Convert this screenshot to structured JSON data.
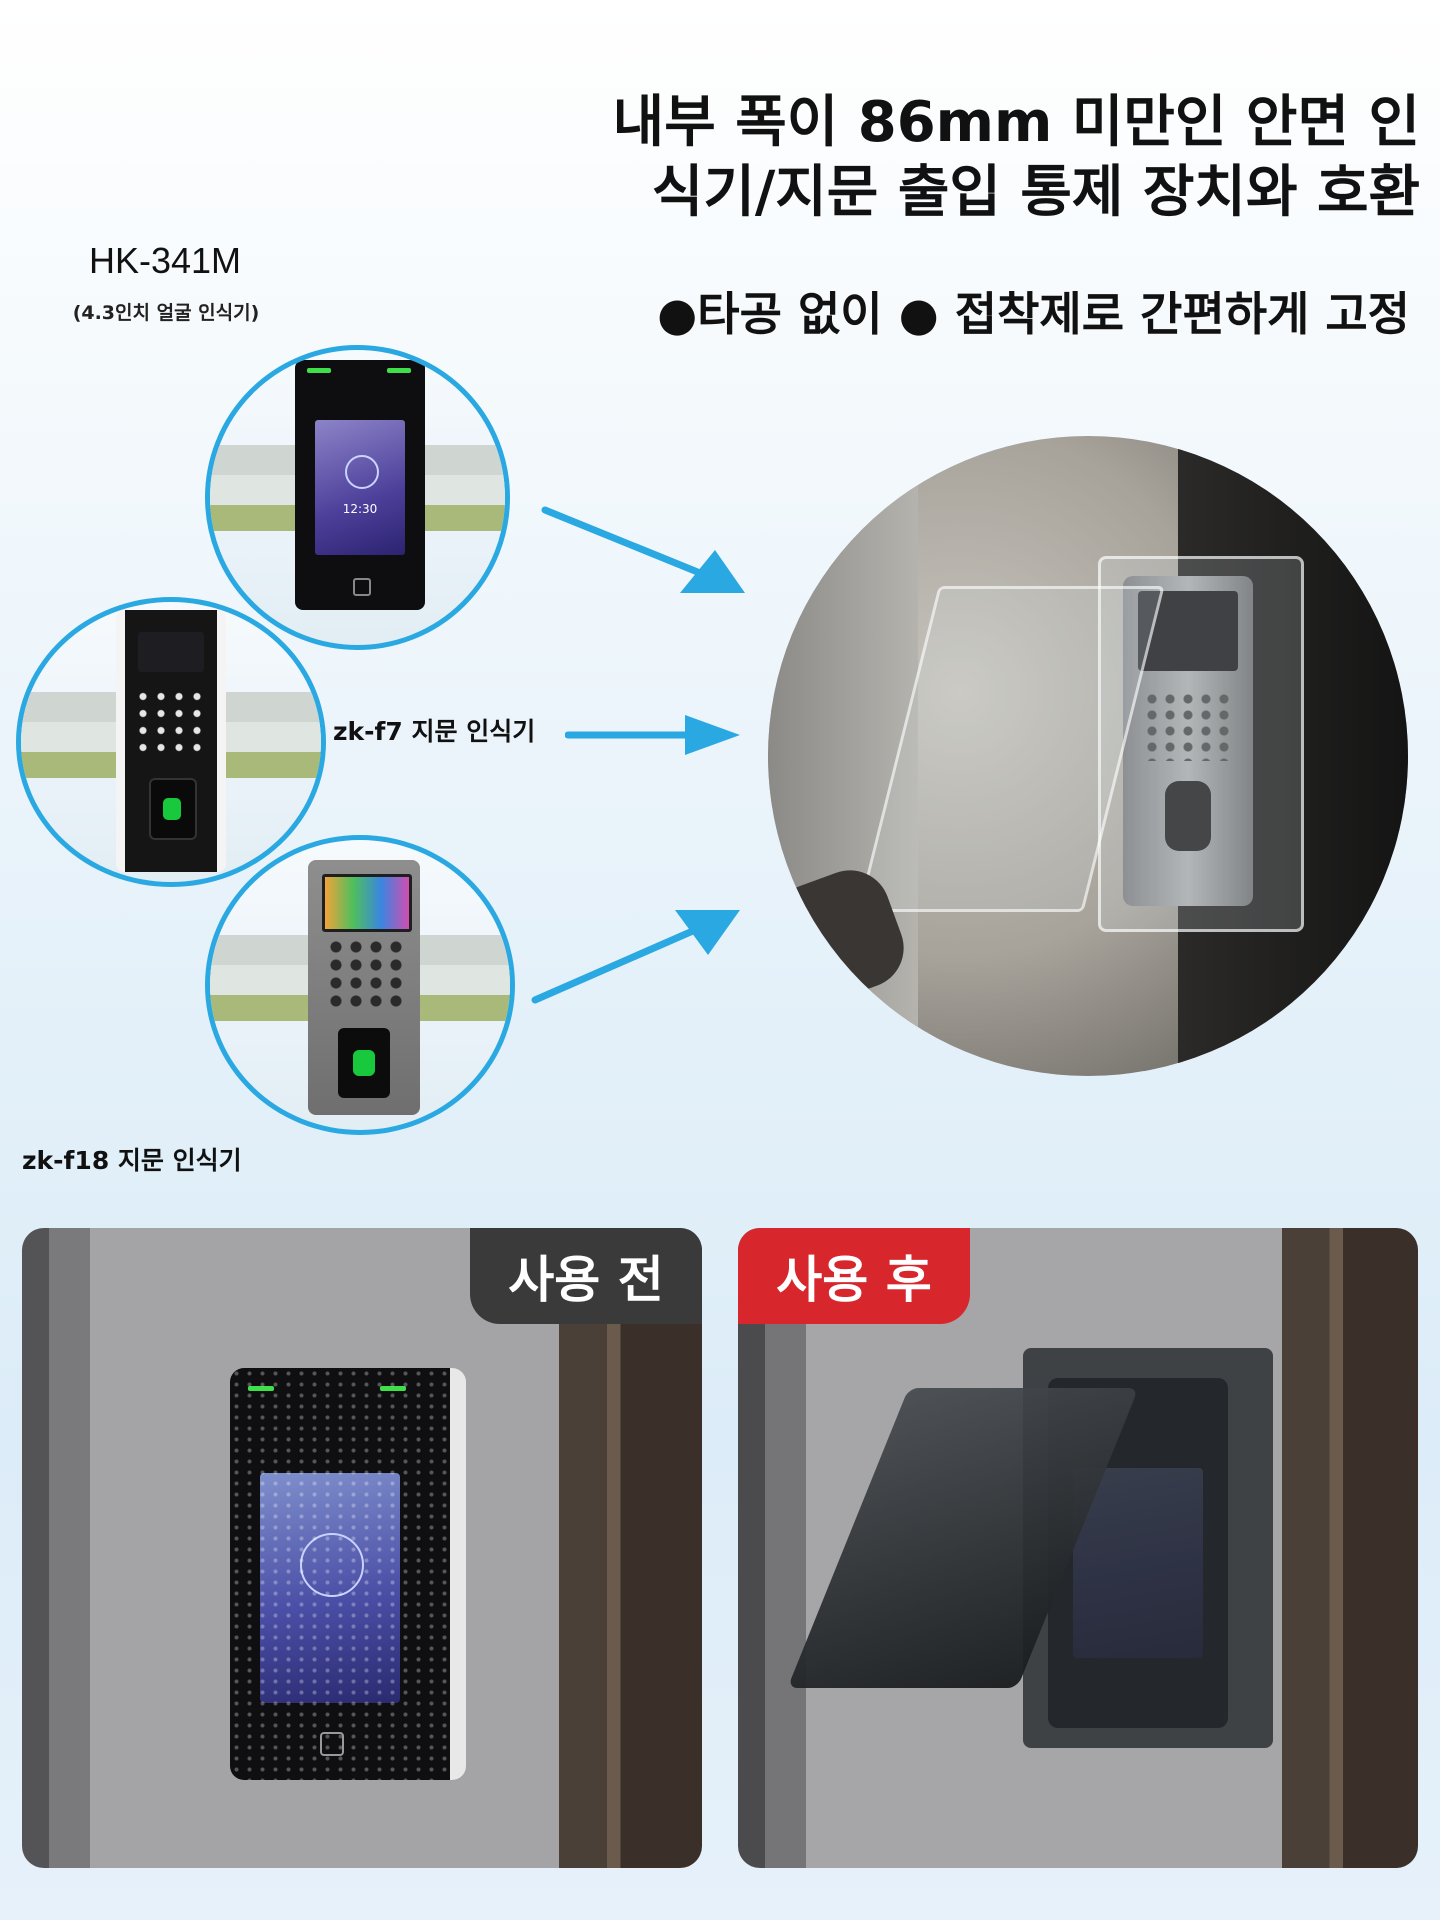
{
  "headline": {
    "line1": "내부 폭이 86mm 미만인 안면 인",
    "line2": "식기/지문 출입 통제 장치와 호환"
  },
  "features": {
    "item1": "●타공 없이",
    "item2": "● 접착제로 간편하게 고정"
  },
  "devices": {
    "hk341m": {
      "title": "HK-341M",
      "subtitle": "(4.3인치 얼굴 인식기)",
      "time": "12:30"
    },
    "zkf7": {
      "label": "zk-f7 지문 인식기"
    },
    "zkf18": {
      "label": "zk-f18 지문 인식기"
    }
  },
  "comparison": {
    "before": "사용 전",
    "after": "사용 후"
  },
  "colors": {
    "arrow": "#2aa8e2",
    "before_badge": "#3a3a3a",
    "after_badge": "#d7262c"
  }
}
